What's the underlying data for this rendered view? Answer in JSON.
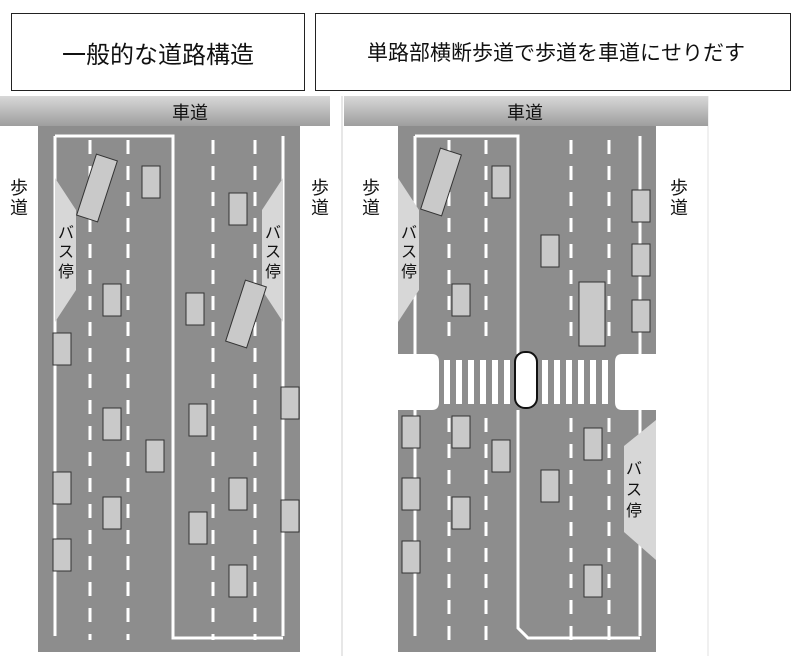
{
  "titles": {
    "general": "一般的な道路構造",
    "proposal": "単路部横断歩道で歩道を車道にせりだす"
  },
  "panels": [
    {
      "roadway_label": "車道",
      "sidewalk_left": [
        "歩",
        "道"
      ],
      "sidewalk_right": [
        "歩",
        "道"
      ],
      "bus_stop_left": [
        "バ",
        "ス",
        "停"
      ],
      "bus_stop_right": [
        "バ",
        "ス",
        "停"
      ]
    },
    {
      "roadway_label": "車道",
      "sidewalk_left": [
        "歩",
        "道"
      ],
      "sidewalk_right": [
        "歩",
        "道"
      ],
      "bus_stop_left": [
        "バ",
        "ス",
        "停"
      ],
      "bus_stop_right": [
        "バ",
        "ス",
        "停"
      ]
    }
  ],
  "colors": {
    "road": "#8d8d8d",
    "sidewalk": "#ffffff",
    "header_bar": "#b8b8b8",
    "car": "#c9c9c9",
    "bus_stop": "#d7d7d7",
    "marking": "#ffffff"
  }
}
